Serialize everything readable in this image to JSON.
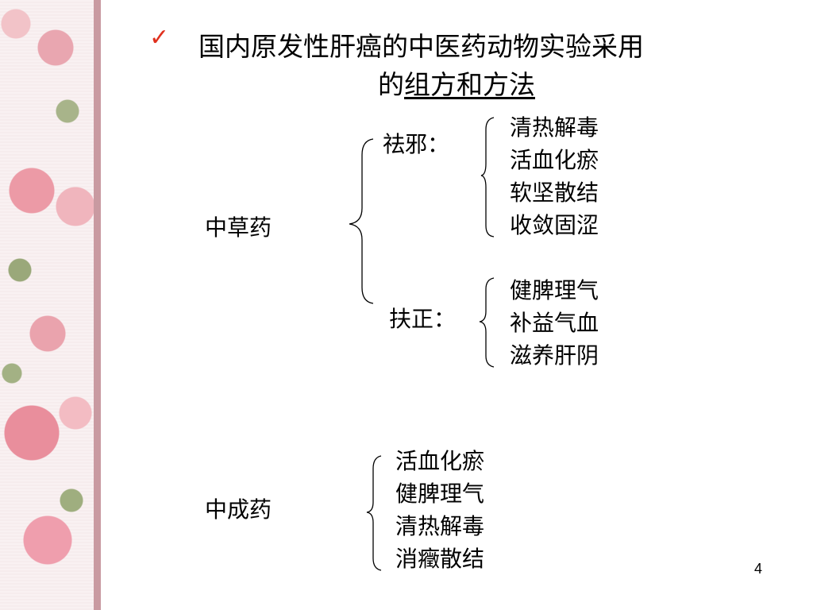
{
  "slide": {
    "checkmark": "✓",
    "title_line1": "国内原发性肝癌的中医药动物实验采用",
    "title_line2_prefix": "的",
    "title_line2_underlined": "组方和方法",
    "page_number": "4"
  },
  "herbal": {
    "label": "中草药",
    "qu_xie": {
      "label": "祛邪：",
      "items": [
        "清热解毒",
        "活血化瘀",
        "软坚散结",
        "收敛固涩"
      ]
    },
    "fu_zheng": {
      "label": "扶正：",
      "items": [
        "健脾理气",
        "补益气血",
        "滋养肝阴"
      ]
    }
  },
  "patent": {
    "label": "中成药",
    "items": [
      "活血化瘀",
      "健脾理气",
      "清热解毒",
      "消癥散结"
    ]
  }
}
